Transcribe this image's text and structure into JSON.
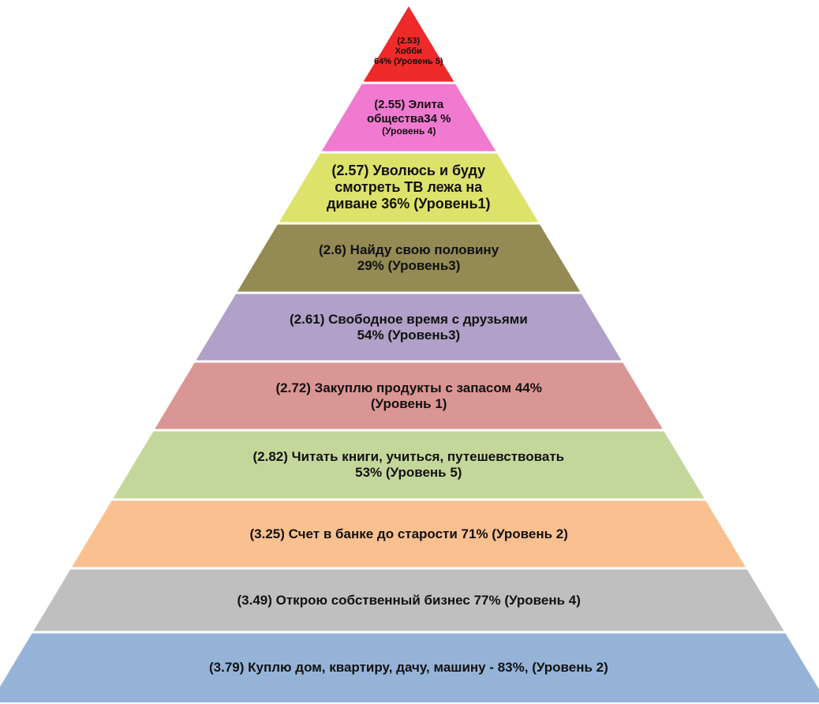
{
  "layers": [
    {
      "lines": [
        "(2.53)",
        "Хобби",
        "64% (Уровень 5)"
      ],
      "color": "#ee2a2a",
      "small": [
        0,
        1,
        2
      ]
    },
    {
      "lines": [
        "(2.55) Элита",
        "общества34 %",
        "(Уровень 4)"
      ],
      "color": "#f07ad0",
      "small": [
        2
      ]
    },
    {
      "lines": [
        "(2.57) Уволюсь и буду",
        "смотреть ТВ лежа на",
        "диване 36% (Уровень1)"
      ],
      "color": "#dde26a",
      "small": []
    },
    {
      "lines": [
        "(2.6) Найду свою половину",
        "29% (Уровень3)"
      ],
      "color": "#948a54",
      "small": []
    },
    {
      "lines": [
        "(2.61) Свободное время с друзьями",
        "54% (Уровень3)"
      ],
      "color": "#b1a0c7",
      "small": []
    },
    {
      "lines": [
        "(2.72) Закуплю продукты с запасом 44%",
        "(Уровень 1)"
      ],
      "color": "#da9694",
      "small": []
    },
    {
      "lines": [
        "(2.82) Читать книги, учиться, путешевствовать",
        "53% (Уровень 5)"
      ],
      "color": "#c4d79b",
      "small": []
    },
    {
      "lines": [
        "(3.25) Счет в банке до старости 71% (Уровень 2)"
      ],
      "color": "#fac090",
      "small": []
    },
    {
      "lines": [
        "(3.49) Открою собственный бизнес 77% (Уровень 4)"
      ],
      "color": "#bfbfbf",
      "small": []
    },
    {
      "lines": [
        "(3.79) Куплю дом, квартиру, дачу, машину - 83%, (Уровень 2)"
      ],
      "color": "#95b3d7",
      "small": []
    }
  ]
}
